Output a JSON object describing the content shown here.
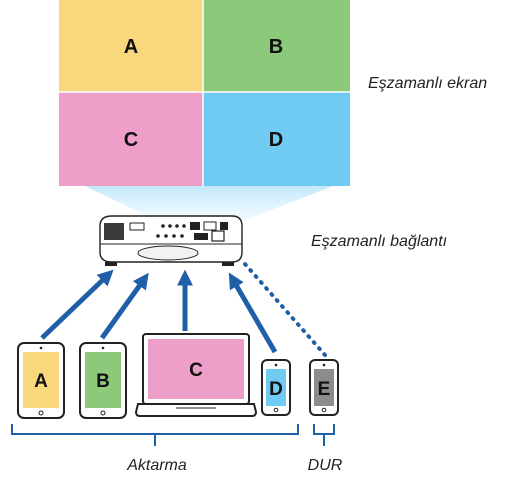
{
  "screen": {
    "quadrants": [
      {
        "label": "A",
        "color": "#f9d77d"
      },
      {
        "label": "B",
        "color": "#8cc97a"
      },
      {
        "label": "C",
        "color": "#ee9fc9"
      },
      {
        "label": "D",
        "color": "#6fcbf2"
      }
    ],
    "caption": "Eşzamanlı ekran"
  },
  "projector": {
    "caption": "Eşzamanlı bağlantı"
  },
  "devices": [
    {
      "type": "tablet",
      "letter": "A",
      "color": "#f9d77d"
    },
    {
      "type": "tablet",
      "letter": "B",
      "color": "#8cc97a"
    },
    {
      "type": "laptop",
      "letter": "C",
      "color": "#ee9fc9"
    },
    {
      "type": "phone",
      "letter": "D",
      "color": "#6fcbf2"
    },
    {
      "type": "phone",
      "letter": "E",
      "color": "#8c8c8c"
    }
  ],
  "groups": {
    "transfer_label": "Aktarma",
    "stop_label": "DUR"
  },
  "colors": {
    "arrow": "#1f5fa8",
    "beam": "#bfe7fb",
    "outline": "#222222"
  }
}
